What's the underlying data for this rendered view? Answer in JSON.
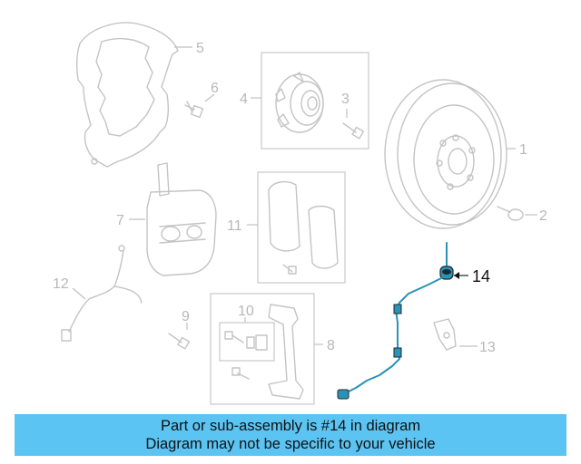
{
  "callouts": {
    "c1": "1",
    "c2": "2",
    "c3": "3",
    "c4": "4",
    "c5": "5",
    "c6": "6",
    "c7": "7",
    "c8": "8",
    "c9": "9",
    "c10": "10",
    "c11": "11",
    "c12": "12",
    "c13": "13",
    "c14": "14"
  },
  "highlight_color": "#2a93b8",
  "banner": {
    "line1": "Part or sub-assembly is #14 in diagram",
    "line2": "Diagram may not be specific to your vehicle",
    "background": "#5cc4f2"
  }
}
